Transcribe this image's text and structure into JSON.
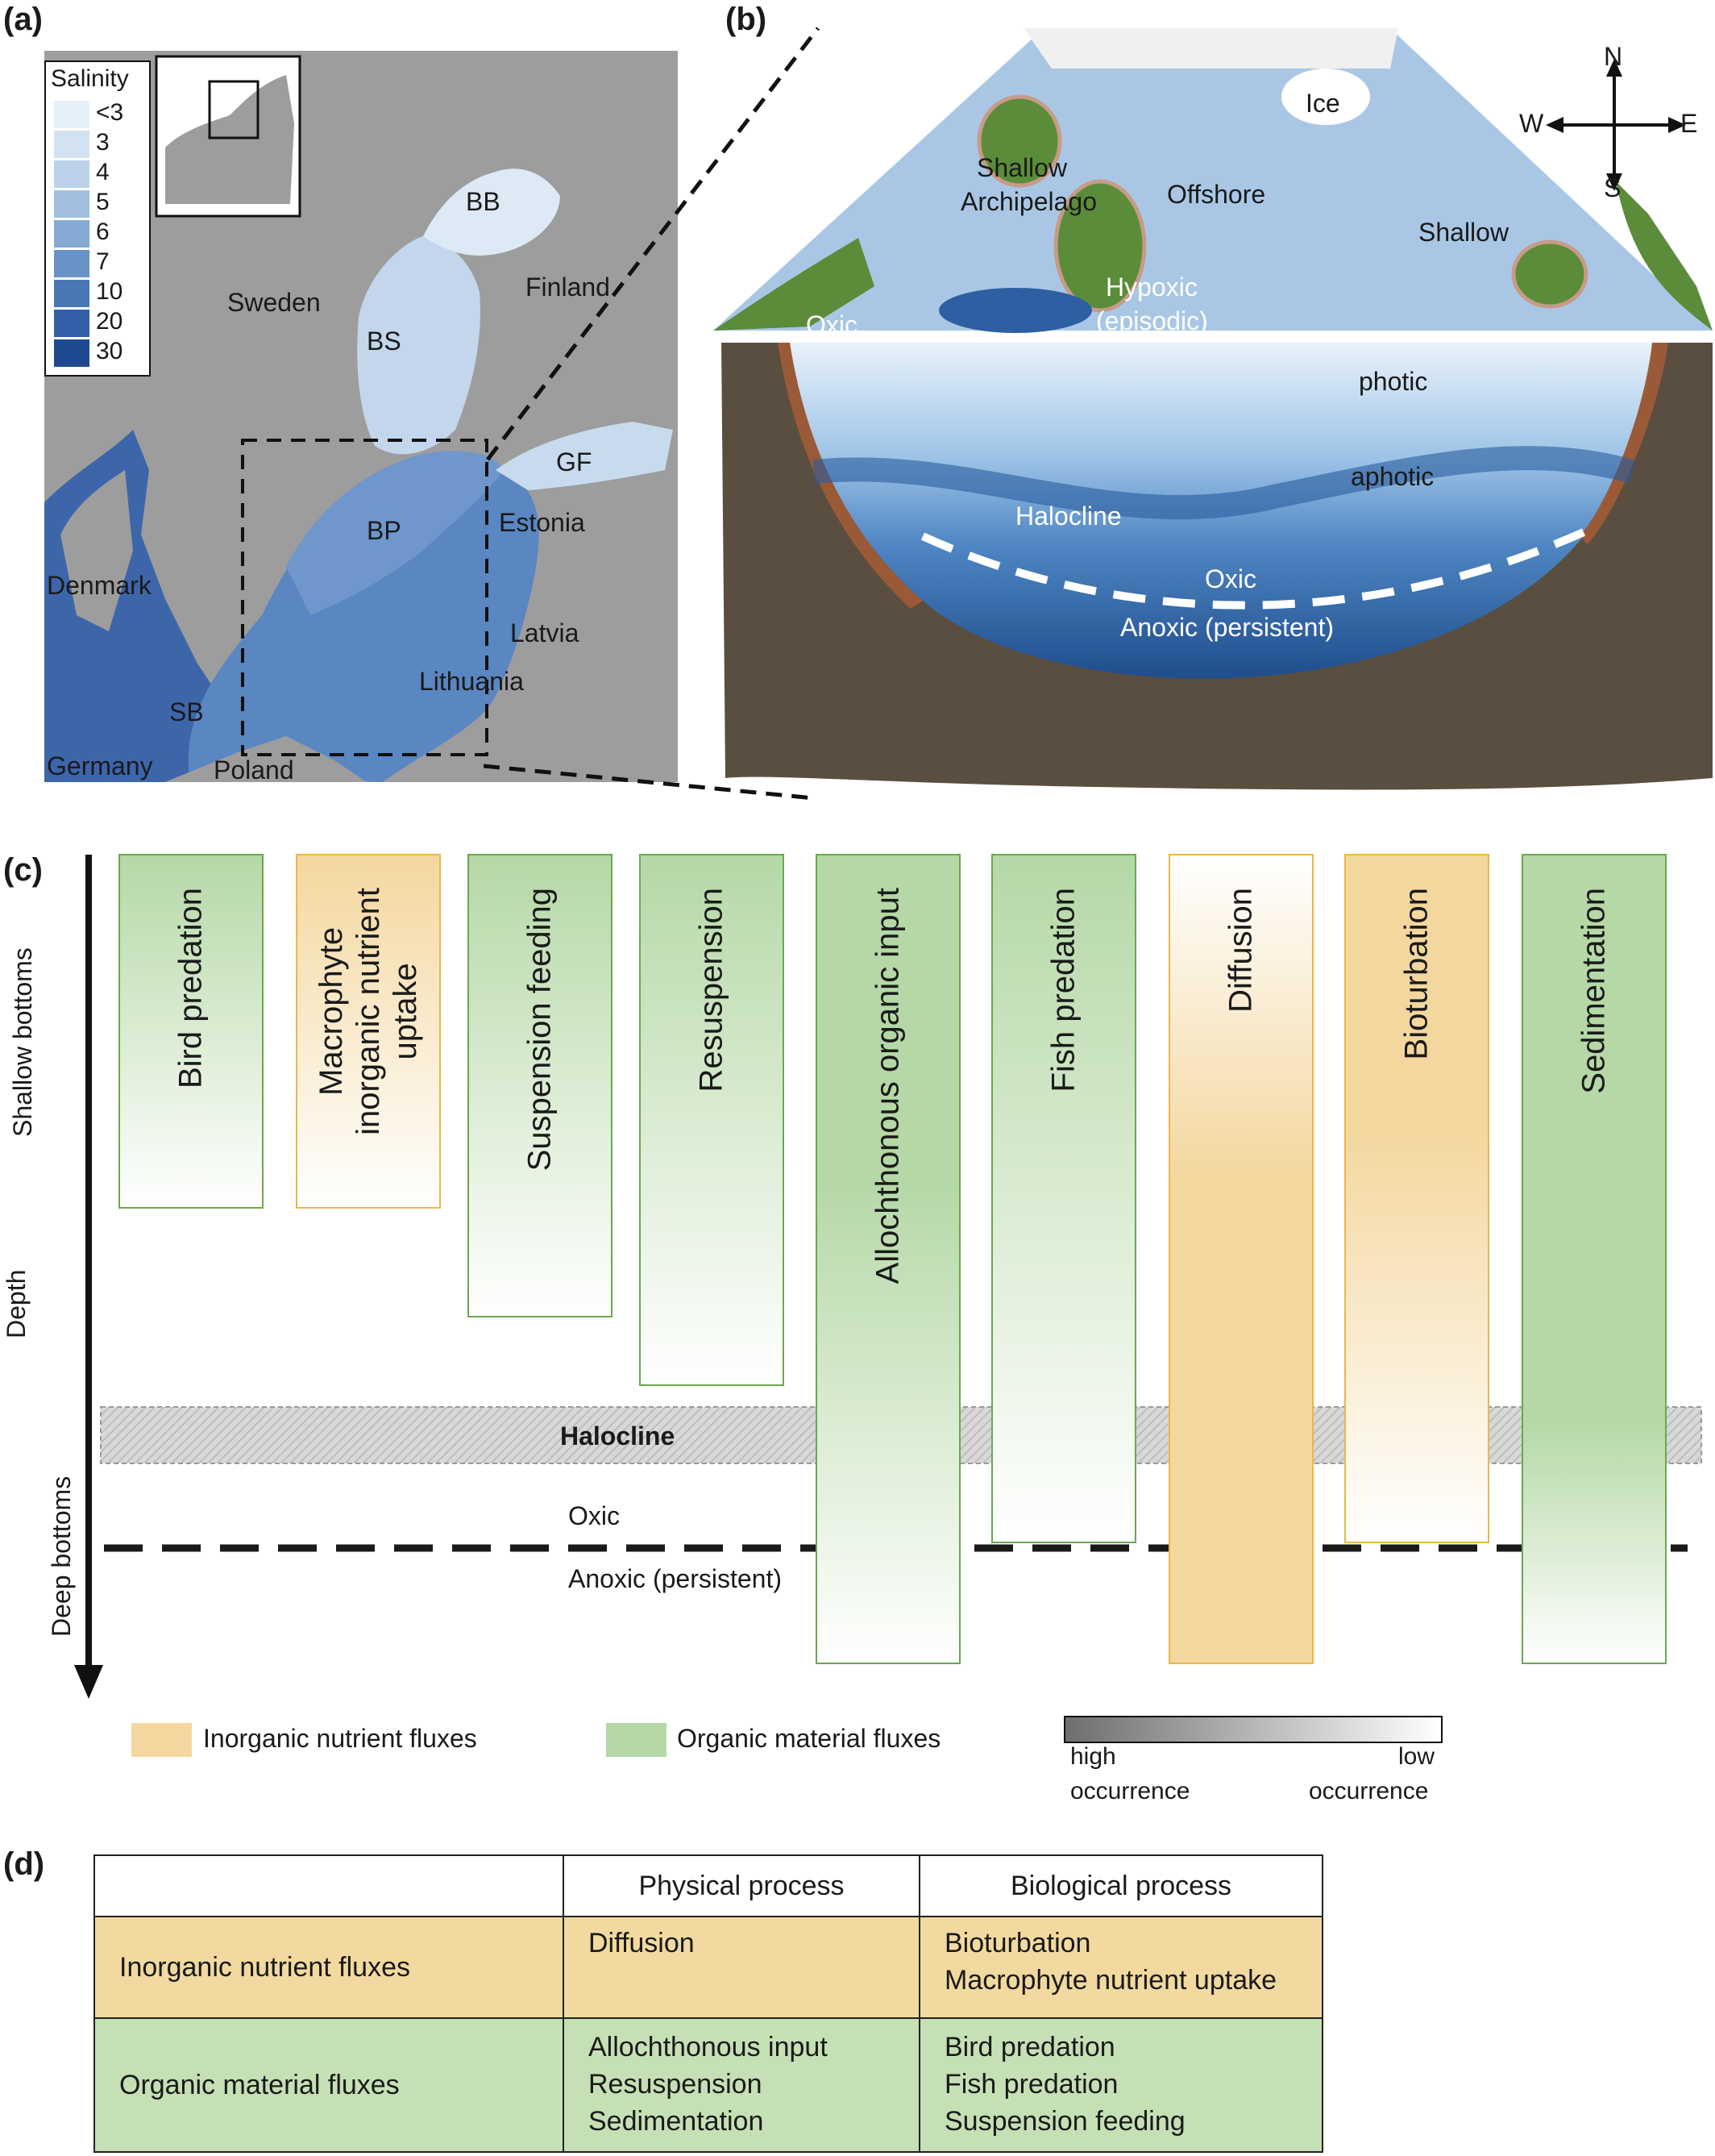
{
  "panels": {
    "a": "(a)",
    "b": "(b)",
    "c": "(c)",
    "d": "(d)"
  },
  "map": {
    "legend_title": "Salinity",
    "legend": [
      {
        "label": "<3",
        "color": "#e6f0f8"
      },
      {
        "label": "3",
        "color": "#d2e2f1"
      },
      {
        "label": "4",
        "color": "#bcd2ea"
      },
      {
        "label": "5",
        "color": "#a3bfdf"
      },
      {
        "label": "6",
        "color": "#86a9d3"
      },
      {
        "label": "7",
        "color": "#6992c7"
      },
      {
        "label": "10",
        "color": "#4a78b7"
      },
      {
        "label": "20",
        "color": "#325fa8"
      },
      {
        "label": "30",
        "color": "#1f4a8f"
      }
    ],
    "labels": {
      "bb": "BB",
      "bs": "BS",
      "bp": "BP",
      "gf": "GF",
      "sb": "SB",
      "sweden": "Sweden",
      "finland": "Finland",
      "estonia": "Estonia",
      "latvia": "Latvia",
      "lithuania": "Lithuania",
      "denmark": "Denmark",
      "germany": "Germany",
      "poland": "Poland"
    }
  },
  "cross_section": {
    "compass": {
      "n": "N",
      "s": "S",
      "w": "W",
      "e": "E"
    },
    "labels": {
      "ice": "Ice",
      "shallow_archipelago_1": "Shallow",
      "shallow_archipelago_2": "Archipelago",
      "offshore": "Offshore",
      "shallow": "Shallow",
      "oxic_surface": "Oxic",
      "hypoxic_1": "Hypoxic",
      "hypoxic_2": "(episodic)",
      "photic": "photic",
      "aphotic": "aphotic",
      "halocline": "Halocline",
      "oxic_deep": "Oxic",
      "anoxic": "Anoxic (persistent)"
    }
  },
  "processes": {
    "axis_shallow": "Shallow bottoms",
    "axis_depth": "Depth",
    "axis_deep": "Deep bottoms",
    "halocline": "Halocline",
    "oxic": "Oxic",
    "anoxic": "Anoxic (persistent)",
    "bars": [
      {
        "label": "Bird predation",
        "type": "organic"
      },
      {
        "label": "Macrophyte\ninorganic nutrient\nuptake",
        "type": "inorganic"
      },
      {
        "label": "Suspension feeding",
        "type": "organic"
      },
      {
        "label": "Resuspension",
        "type": "organic"
      },
      {
        "label": "Allochthonous organic input",
        "type": "organic"
      },
      {
        "label": "Fish predation",
        "type": "organic"
      },
      {
        "label": "Diffusion",
        "type": "inorganic"
      },
      {
        "label": "Bioturbation",
        "type": "inorganic"
      },
      {
        "label": "Sedimentation",
        "type": "organic"
      }
    ],
    "legend": {
      "inorganic": "Inorganic nutrient fluxes",
      "organic": "Organic material fluxes",
      "inorganic_color": "#f4d79e",
      "organic_color": "#b5d8a6",
      "high": "high",
      "high2": "occurrence",
      "low": "low",
      "low2": "occurrence"
    }
  },
  "table": {
    "col_physical": "Physical process",
    "col_biological": "Biological process",
    "rows": [
      {
        "name": "Inorganic nutrient fluxes",
        "physical": [
          "Diffusion"
        ],
        "biological": [
          "Bioturbation",
          "Macrophyte nutrient uptake"
        ],
        "color": "#f2d9a0"
      },
      {
        "name": "Organic material fluxes",
        "physical": [
          "Allochthonous input",
          "Resuspension",
          "Sedimentation"
        ],
        "biological": [
          "Bird predation",
          "Fish predation",
          "Suspension feeding"
        ],
        "color": "#c5e0b5"
      }
    ]
  }
}
